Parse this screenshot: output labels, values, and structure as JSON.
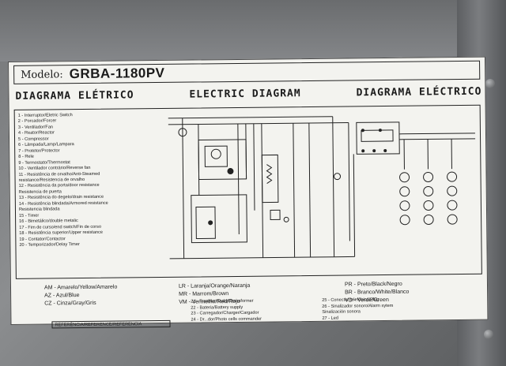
{
  "model": {
    "label": "Modelo:",
    "value": "GRBA-1180PV"
  },
  "titles": [
    "DIAGRAMA ELÉTRICO",
    "ELECTRIC DIAGRAM",
    "DIAGRAMA ELÉCTRICO"
  ],
  "legend_left": [
    "1 - Interruptor/Eletric Switch",
    "2 - Porcador/Forcer",
    "3 - Ventilador/Fan",
    "4 - Reator/Reactor",
    "5 - Compressor",
    "6 - Lâmpada/Lamp/Lampara",
    "7 - Protetor/Protector",
    "8 - Rele",
    "9 - Termostato/Thermostat",
    "10 - Ventilador contrário/Reverse fan",
    "11 - Resistência de orvalho/Anti-Steamed",
    "      resistance/Resistencia de orvalho",
    "12 - Resistência da porta/door resistance",
    "      Resistencia de puerta",
    "13 - Resistência do degelo/drain resistance",
    "14 - Resistência blindada/Armored resistance",
    "      Resistencia blindada",
    "15 - Timer",
    "16 - Bimetálico/double metalic",
    "17 - Fim de curso/end switch/Fin de corso",
    "18 - Resistência superior/Upper resistance",
    "19 - Contator/Contactor",
    "20 - Temporizador/Delay Timer"
  ],
  "legend_mid": [
    "21 - Transformador/Transformer",
    "22 - Bateria/Battery supply",
    "23 - Carregador/Charger/Cargador",
    "24 - Dr...dor/Photo cells commander"
  ],
  "legend_right": [
    "25 - Conector telefônico/Plug",
    "26 - Sinalizador sonoro/Alarm sytem",
    "      Sinalización sonora",
    "27 - Led"
  ],
  "reference": "REFERÊNCIA/REFERENCE/REFERENCIA",
  "colors": [
    "AM - Amarelo/Yellow/Amarelo",
    "LR - Laranja/Orange/Naranja",
    "PR - Preto/Black/Negro",
    "AZ - Azul/Blue",
    "MR - Marrom/Brown",
    "BR - Branco/White/Blanco",
    "CZ - Cinza/Gray/Gris",
    "VM - Vermelho/Red/Rojo",
    "VD - Verde/Green"
  ]
}
